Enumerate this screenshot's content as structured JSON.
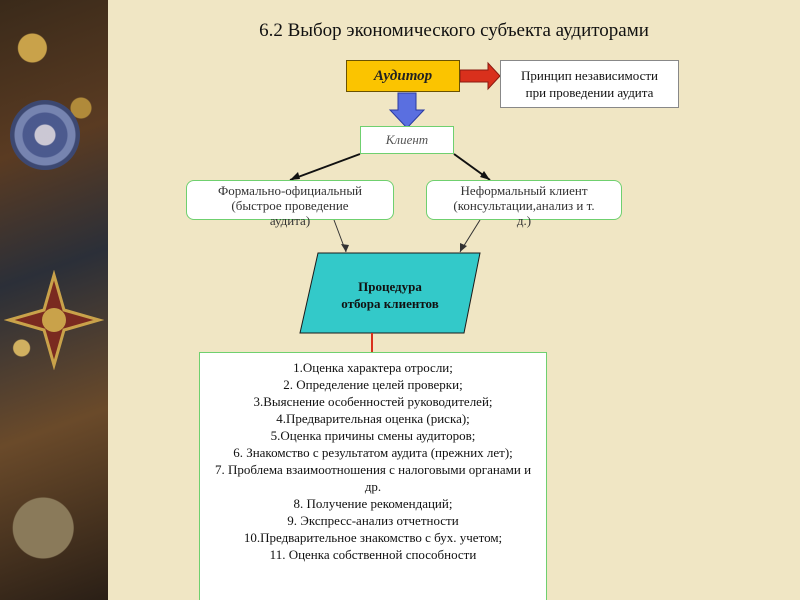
{
  "title": "6.2 Выбор экономического субъекта аудиторами",
  "auditor": "Аудитор",
  "principle": [
    "Принцип независимости",
    "при проведении аудита"
  ],
  "client": "Клиент",
  "formal": [
    "Формально-официальный",
    "(быстрое проведение",
    "аудита)"
  ],
  "informal": [
    "Неформальный клиент",
    "(консультации,анализ и т.",
    "д.)"
  ],
  "procedure": [
    "Процедура",
    "отбора клиентов"
  ],
  "steps": [
    "1.Оценка характера отросли;",
    "2. Определение целей проверки;",
    "3.Выяснение особенностей руководителей;",
    "4.Предварительная оценка (риска);",
    "5.Оценка причины смены аудиторов;",
    "6. Знакомство с результатом аудита (прежних лет);",
    "7. Проблема взаимоотношения с налоговыми органами и др.",
    "8. Получение рекомендаций;",
    "9. Экспресс-анализ отчетности",
    "10.Предварительное знакомство с бух. учетом;",
    "11. Оценка собственной способности"
  ],
  "colors": {
    "auditor_fill": "#fbc400",
    "procedure_fill": "#33c9c9",
    "arrow_red": "#d9301c",
    "arrow_blue": "#5a6fe0",
    "box_border": "#6fd06f"
  }
}
